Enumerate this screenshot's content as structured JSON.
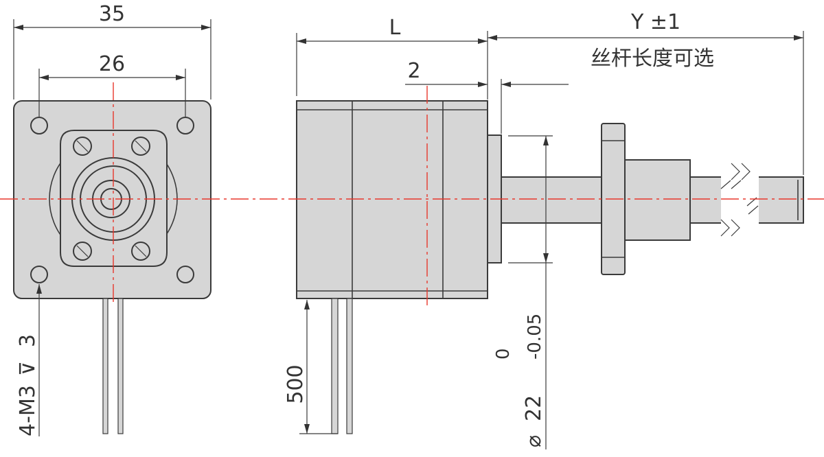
{
  "front_view": {
    "width_dim": "35",
    "hole_spacing_dim": "26",
    "thread_note": "4-M3",
    "depth_symbol": "⊽",
    "thread_depth": "3"
  },
  "side_view": {
    "length_dim": "L",
    "offset_dim": "2",
    "stroke_dim": "Y ±1",
    "stroke_note": "丝杆长度可选",
    "lead_length_dim": "500",
    "diameter_symbol": "⌀",
    "diameter_dim": "22",
    "tol_upper": "0",
    "tol_lower": "-0.05"
  },
  "colors": {
    "part_fill": "#d6d6d6",
    "outline": "#3a3a3a",
    "centerline": "#e8372c"
  }
}
